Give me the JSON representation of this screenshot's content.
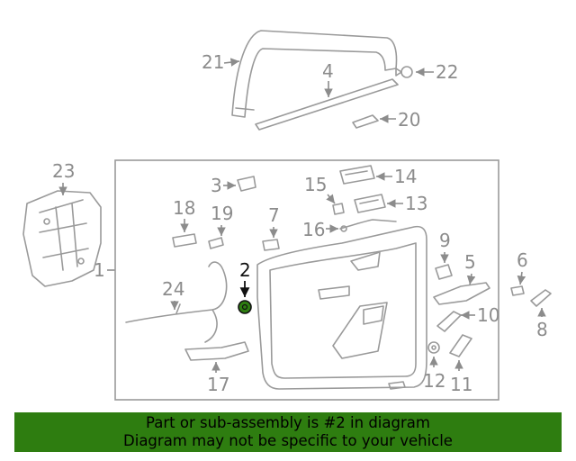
{
  "diagram": {
    "labels": {
      "p2": "2",
      "p3": "3",
      "p4": "4",
      "p5": "5",
      "p6": "6",
      "p7": "7",
      "p8": "8",
      "p9": "9",
      "p10": "10",
      "p11": "11",
      "p12": "12",
      "p13": "13",
      "p14": "14",
      "p15": "15",
      "p16": "16",
      "p17": "17",
      "p18": "18",
      "p19": "19",
      "p20": "20",
      "p21": "21",
      "p22": "22",
      "p23": "23",
      "p24": "24",
      "p1": "1"
    },
    "highlighted_part": "2",
    "colors": {
      "highlight": "#2e7d10",
      "line": "#9a9a9a",
      "label": "#8c8c8c"
    }
  },
  "banner": {
    "line1": "Part or sub-assembly is #2 in diagram",
    "line2": "Diagram may not be specific to your vehicle"
  }
}
